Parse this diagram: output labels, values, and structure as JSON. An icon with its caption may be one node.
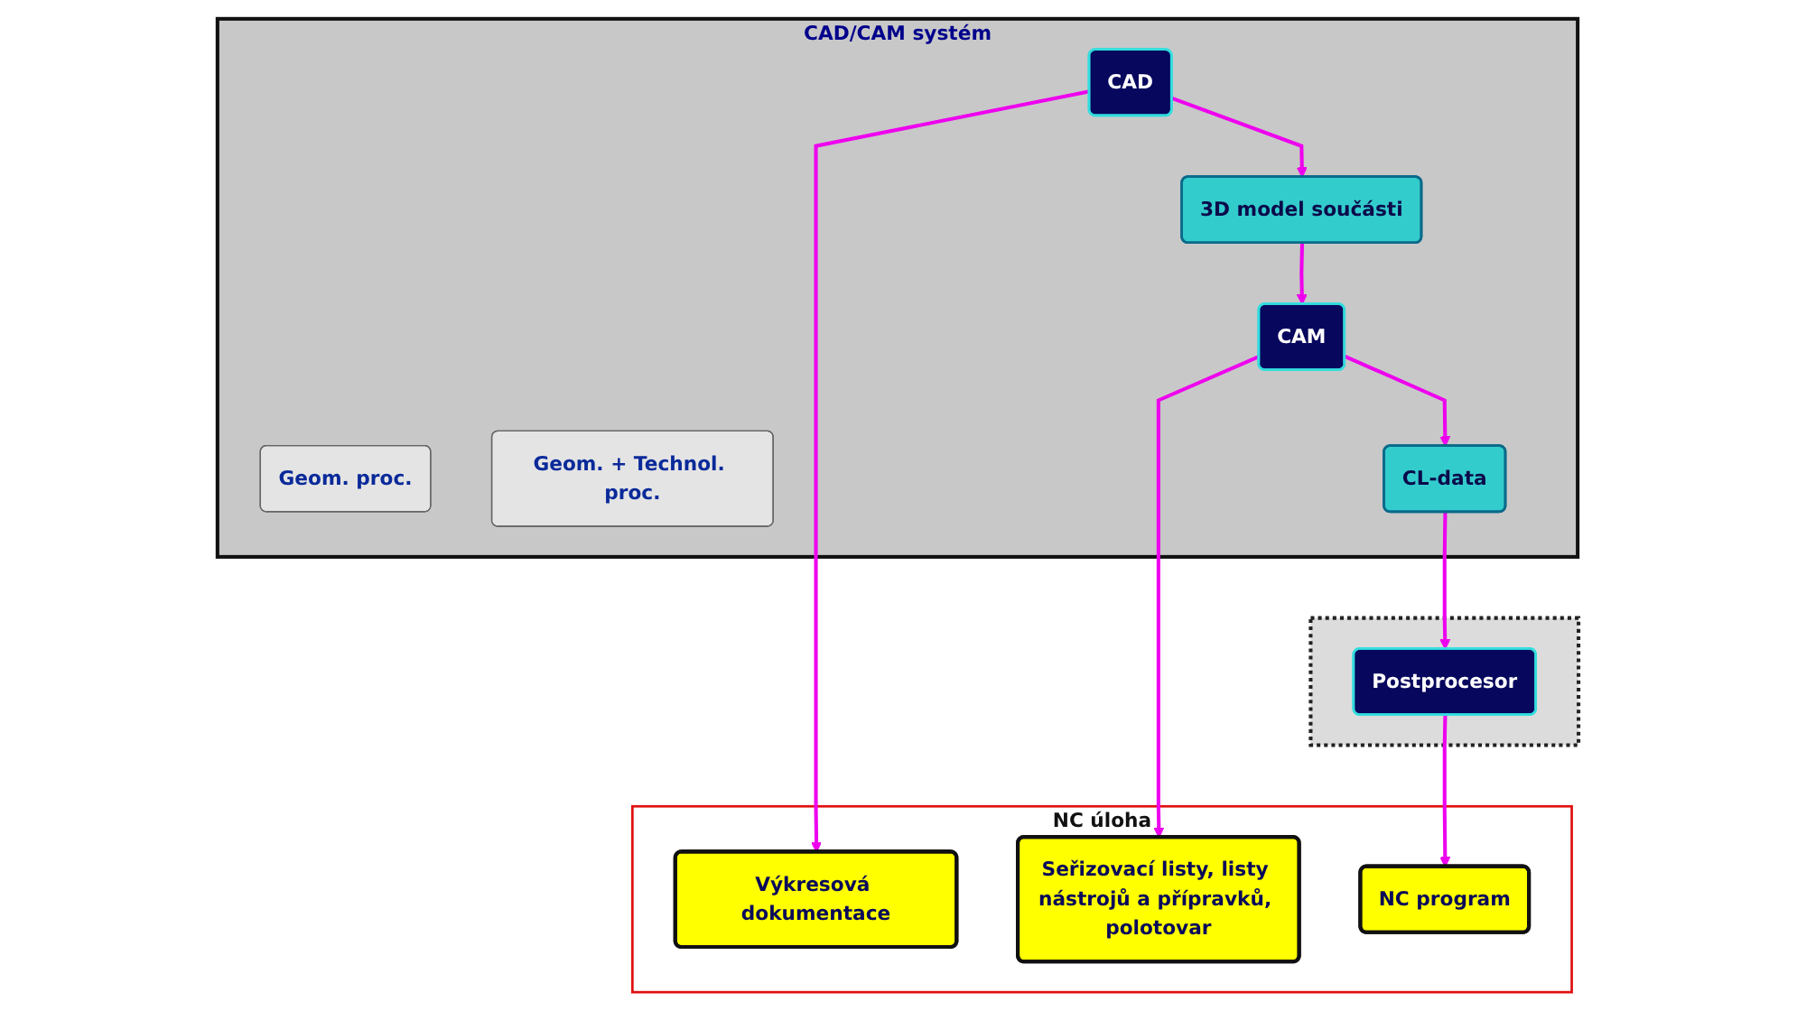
{
  "diagram": {
    "nodes": [
      {
        "text": [
          "CAD/CAM systém"
        ]
      },
      {
        "text": [
          "Geom. proc."
        ],
        "in": 0
      },
      {
        "text": [
          "CAD"
        ],
        "in": 0
      },
      {
        "text": [
          "Geom. + Technol. proc."
        ],
        "in": 0
      },
      {
        "text": [
          "CAM"
        ],
        "in": 0
      },
      {
        "text": [
          "3D model součásti"
        ],
        "in": 0
      },
      {
        "text": [
          "CL-data"
        ],
        "in": 0
      },
      {
        "text": [],
        "shape": "box"
      },
      {
        "text": [
          "Postprocesor"
        ],
        "in": 7
      },
      {
        "text": [
          "NC úloha"
        ]
      },
      {
        "text": [
          "Výkresová dokumentace"
        ],
        "in": 9
      },
      {
        "text": [
          "Seřizovací listy, listy nástrojů a přípravků, polotovar"
        ],
        "in": 9
      },
      {
        "text": [
          "NC program"
        ],
        "in": 9
      }
    ],
    "edges": [
      {
        "from": 2,
        "to": 5,
        "arrow": "to"
      },
      {
        "from": 5,
        "to": 4,
        "arrow": "to"
      },
      {
        "from": 4,
        "to": 6,
        "arrow": "to"
      },
      {
        "from": 6,
        "to": 8,
        "arrow": "to"
      },
      {
        "from": 2,
        "to": 10,
        "arrow": "to"
      },
      {
        "from": 4,
        "to": 11,
        "arrow": "to"
      },
      {
        "from": 8,
        "to": 12,
        "arrow": "to"
      }
    ]
  }
}
